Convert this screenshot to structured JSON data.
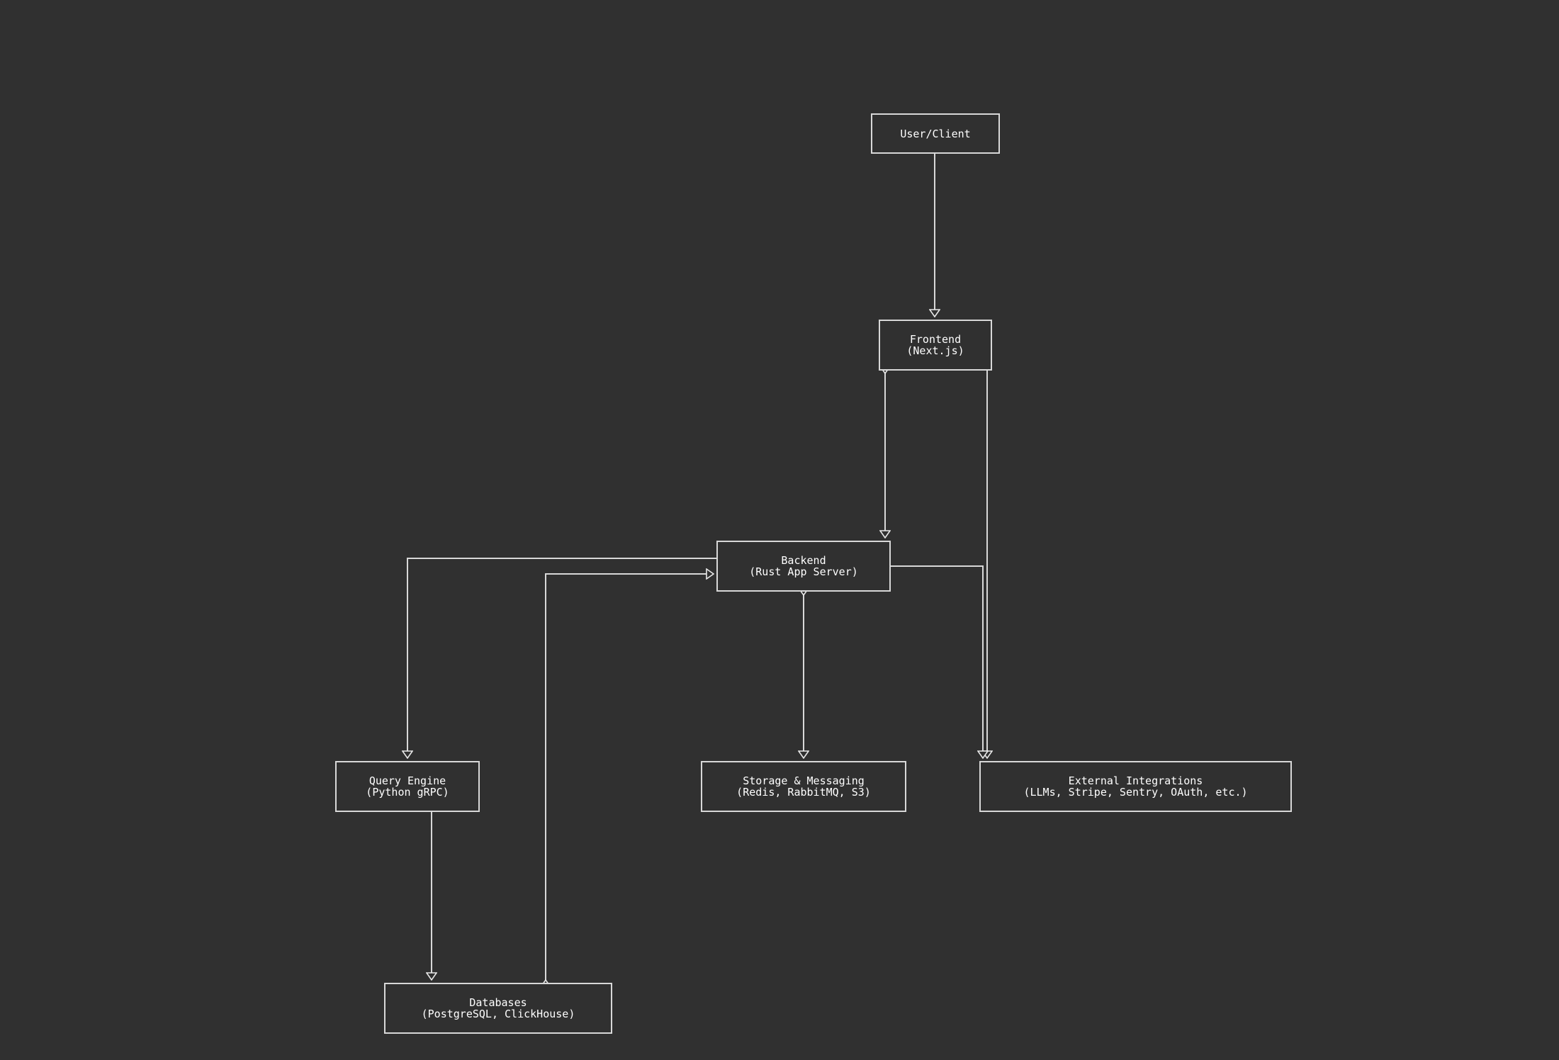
{
  "diagram": {
    "type": "architecture-flow",
    "colors": {
      "background": "#303030",
      "stroke": "#d8d8d8",
      "text": "#ffffff"
    },
    "nodes": {
      "user_client": {
        "title": "User/Client",
        "subtitle": ""
      },
      "frontend": {
        "title": "Frontend",
        "subtitle": "(Next.js)"
      },
      "backend": {
        "title": "Backend",
        "subtitle": "(Rust App Server)"
      },
      "query_engine": {
        "title": "Query Engine",
        "subtitle": "(Python gRPC)"
      },
      "storage": {
        "title": "Storage & Messaging",
        "subtitle": "(Redis, RabbitMQ, S3)"
      },
      "external": {
        "title": "External Integrations",
        "subtitle": "(LLMs, Stripe, Sentry, OAuth, etc.)"
      },
      "databases": {
        "title": "Databases",
        "subtitle": "(PostgreSQL, ClickHouse)"
      }
    },
    "edges": [
      {
        "from": "User/Client",
        "to": "Frontend",
        "direction": "forward"
      },
      {
        "from": "Frontend",
        "to": "Backend",
        "direction": "bidirectional"
      },
      {
        "from": "Frontend",
        "to": "External Integrations",
        "direction": "forward"
      },
      {
        "from": "Backend",
        "to": "Query Engine",
        "direction": "forward"
      },
      {
        "from": "Databases",
        "to": "Backend",
        "direction": "bidirectional"
      },
      {
        "from": "Backend",
        "to": "Storage & Messaging",
        "direction": "bidirectional"
      },
      {
        "from": "Backend",
        "to": "External Integrations",
        "direction": "forward"
      },
      {
        "from": "Query Engine",
        "to": "Databases",
        "direction": "forward"
      }
    ]
  }
}
